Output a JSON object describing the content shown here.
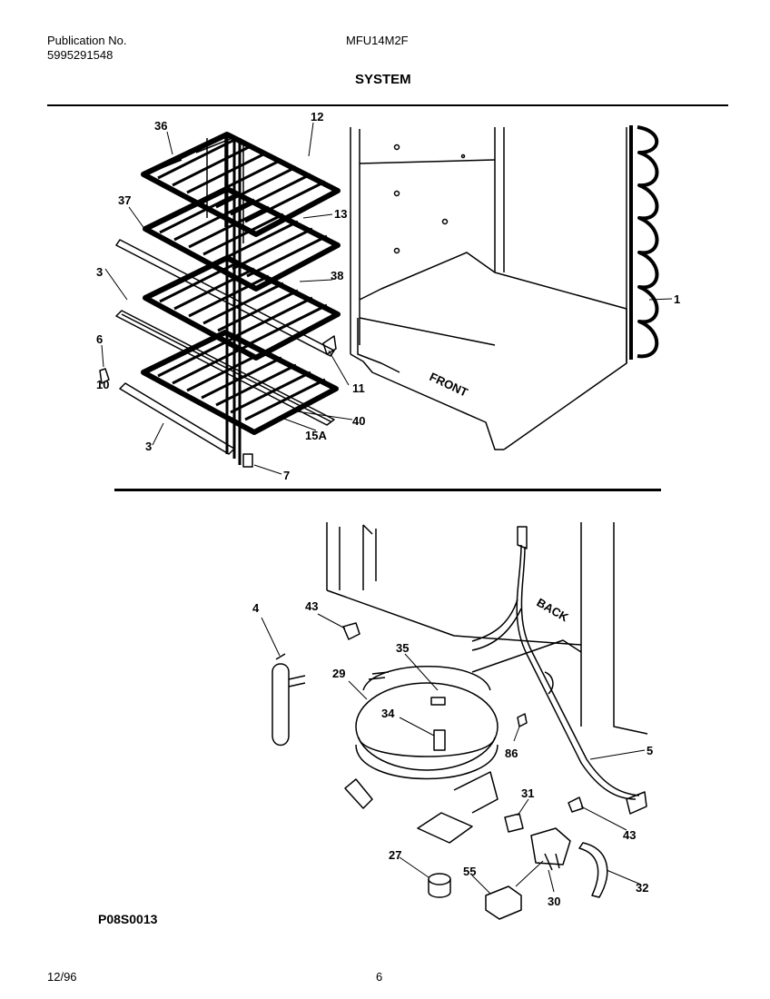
{
  "header": {
    "publication_label": "Publication No.",
    "publication_number": "5995291548",
    "model": "MFU14M2F",
    "section_title": "SYSTEM"
  },
  "diagram_code": "P08S0013",
  "footer": {
    "date": "12/96",
    "page": "6"
  },
  "labels": {
    "front": "FRONT",
    "back": "BACK"
  },
  "callouts": [
    "36",
    "12",
    "37",
    "13",
    "3",
    "38",
    "1",
    "6",
    "10",
    "11",
    "3",
    "40",
    "15A",
    "7",
    "4",
    "43",
    "35",
    "29",
    "34",
    "86",
    "5",
    "31",
    "43",
    "27",
    "55",
    "30",
    "32"
  ]
}
